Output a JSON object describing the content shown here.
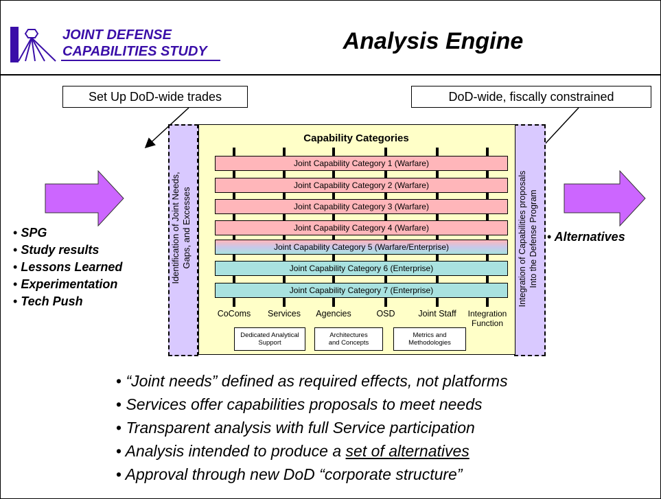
{
  "logo": {
    "line1": "JOINT DEFENSE",
    "line2": "CAPABILITIES STUDY"
  },
  "title": "Analysis Engine",
  "callouts": {
    "left": "Set Up DoD-wide trades",
    "right": "DoD-wide, fiscally constrained"
  },
  "inputs": [
    "SPG",
    "Study results",
    "Lessons Learned",
    "Experimentation",
    "Tech Push"
  ],
  "outputs": [
    "Alternatives"
  ],
  "bullet_mark": "•",
  "left_side_label": {
    "line1": "Identification of Joint Needs,",
    "line2": "Gaps, and Excesses"
  },
  "right_side_label": {
    "line1": "Integration of Capabilities proposals",
    "line2": "Into the Defense Program"
  },
  "center": {
    "title": "Capability Categories",
    "categories": [
      {
        "label": "Joint Capability Category 1 (Warfare)",
        "kind": "warfare"
      },
      {
        "label": "Joint Capability Category 2 (Warfare)",
        "kind": "warfare"
      },
      {
        "label": "Joint Capability Category 3 (Warfare)",
        "kind": "warfare"
      },
      {
        "label": "Joint Capability Category 4 (Warfare)",
        "kind": "warfare"
      },
      {
        "label": "Joint Capability Category 5 (Warfare/Enterprise)",
        "kind": "mixed"
      },
      {
        "label": "Joint Capability Category 6 (Enterprise)",
        "kind": "enterprise"
      },
      {
        "label": "Joint Capability Category 7 (Enterprise)",
        "kind": "enterprise"
      }
    ],
    "columns": [
      "CoComs",
      "Services",
      "Agencies",
      "OSD",
      "Joint Staff",
      "Integration Function"
    ],
    "support": [
      {
        "line1": "Dedicated Analytical",
        "line2": "Support"
      },
      {
        "line1": "Architectures",
        "line2": "and Concepts"
      },
      {
        "line1": "Metrics and",
        "line2": "Methodologies"
      }
    ]
  },
  "bottom_bullets": [
    {
      "text": "“Joint needs” defined as required effects, not platforms"
    },
    {
      "text": "Services offer capabilities proposals to meet needs"
    },
    {
      "text": "Transparent analysis with full Service participation"
    },
    {
      "text": "Analysis intended to produce a ",
      "underlined": "set of alternatives"
    },
    {
      "text": "Approval through new DoD “corporate structure”"
    }
  ],
  "colors": {
    "logo": "#3a0ea8",
    "arrow": "#cc66ff",
    "center_fill": "#ffffc8",
    "side_fill": "#d9c9ff",
    "warfare": "#ffb6ba",
    "enterprise": "#a9e2e0"
  }
}
